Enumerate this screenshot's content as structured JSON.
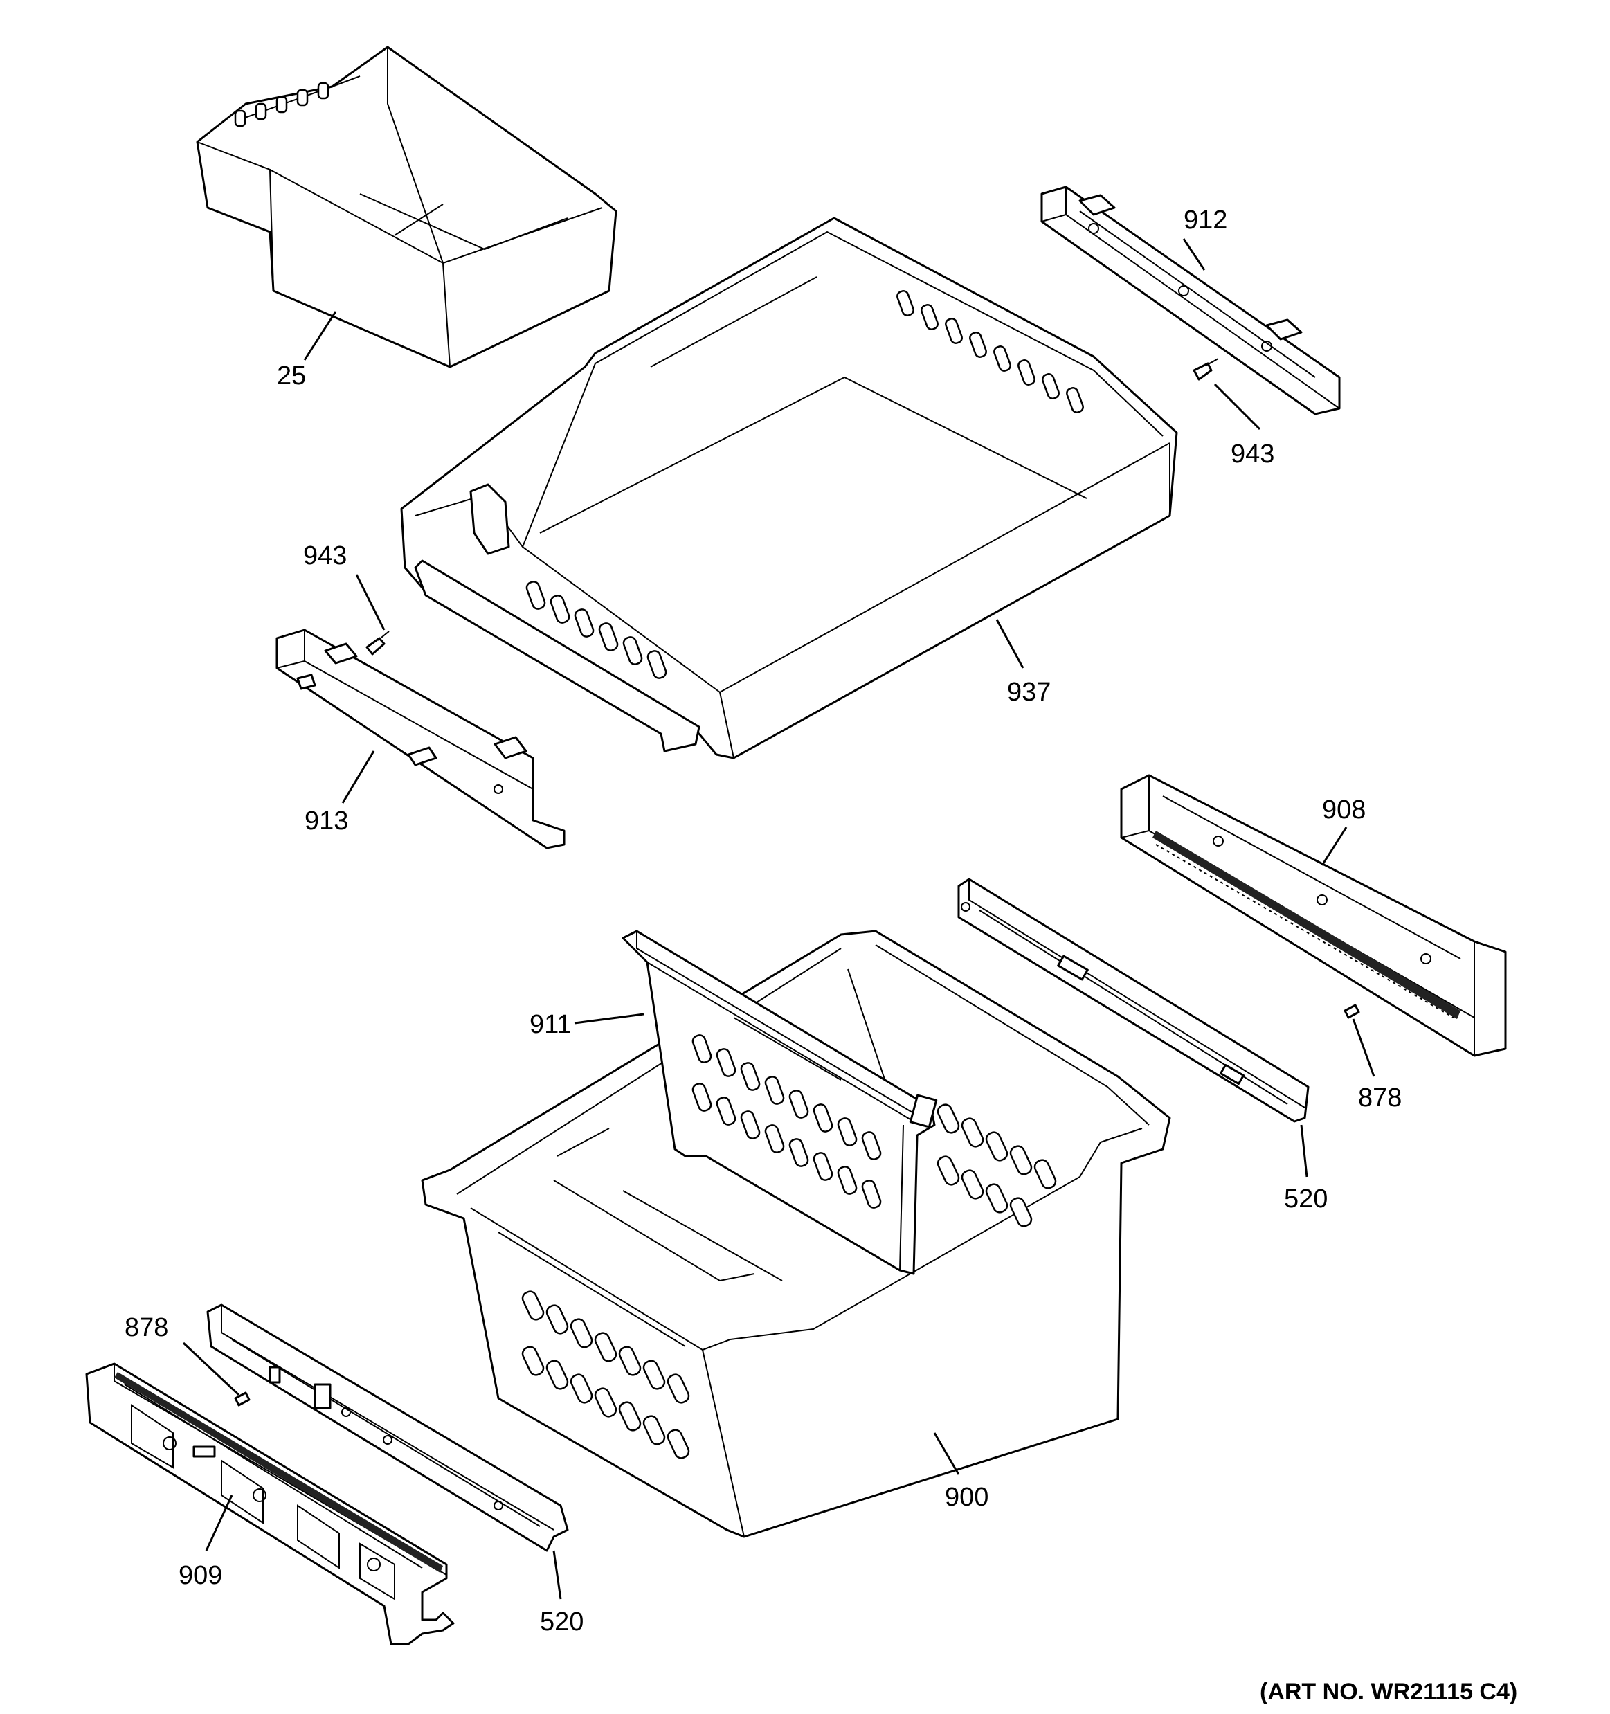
{
  "callouts": {
    "c25": "25",
    "c912": "912",
    "c943a": "943",
    "c943b": "943",
    "c937": "937",
    "c913": "913",
    "c908": "908",
    "c911": "911",
    "c878a": "878",
    "c520a": "520",
    "c878b": "878",
    "c900": "900",
    "c909": "909",
    "c520b": "520"
  },
  "art_number": "(ART NO. WR21115 C4)"
}
